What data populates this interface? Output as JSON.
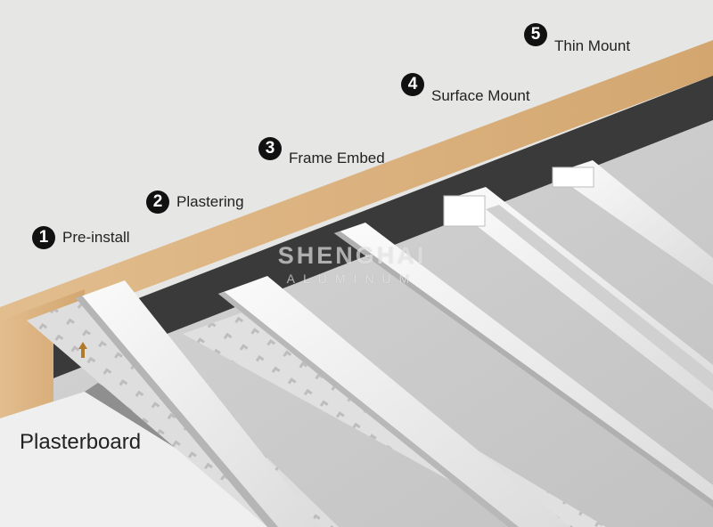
{
  "steps": [
    {
      "number": "1",
      "label": "Pre-install"
    },
    {
      "number": "2",
      "label": "Plastering"
    },
    {
      "number": "3",
      "label": "Frame Embed"
    },
    {
      "number": "4",
      "label": "Surface Mount"
    },
    {
      "number": "5",
      "label": "Thin Mount"
    }
  ],
  "material_label": "Plasterboard",
  "watermark": {
    "brand": "SHENGHAI",
    "sub": "ALUMINUM"
  },
  "colors": {
    "background": "#e6e6e5",
    "wood": "#d8ae7c",
    "channel_dark": "#3a3a3a",
    "ceiling": "#cfcfcf",
    "profile": "#f4f4f4"
  }
}
